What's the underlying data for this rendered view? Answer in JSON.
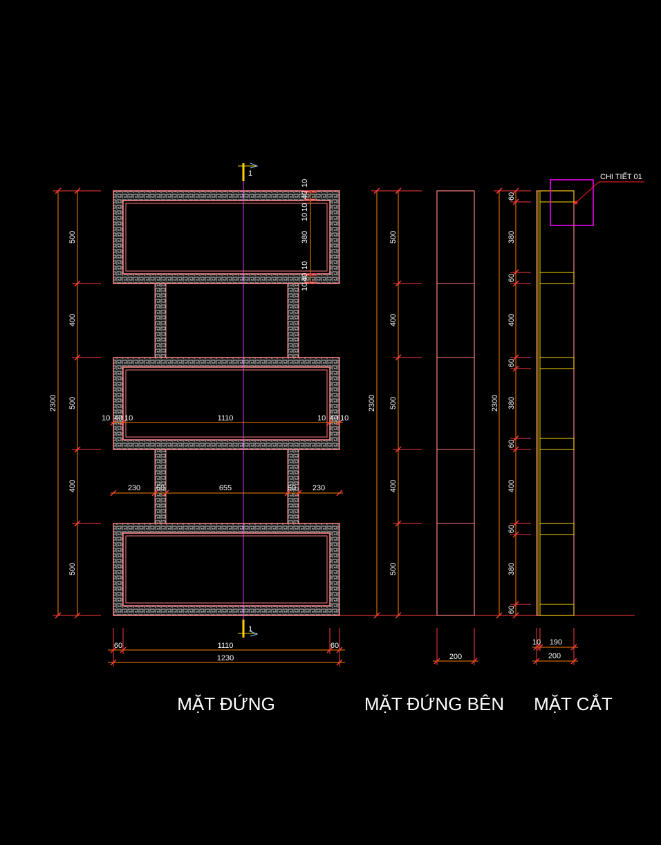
{
  "titles": {
    "front": "MẶT ĐỨNG",
    "side": "MẶT ĐỨNG BÊN",
    "section": "MẶT CẮT"
  },
  "callout": {
    "label": "CHI TIẾT 01"
  },
  "section_marker": {
    "label": "1"
  },
  "front": {
    "left_dims": [
      "500",
      "400",
      "500",
      "400",
      "500"
    ],
    "total_height": "2300",
    "frame_detail_dims": [
      "10",
      "40",
      "10",
      "10",
      "380",
      "10",
      "40",
      "10"
    ],
    "inner_width_row": [
      "10",
      "40",
      "10",
      "1110",
      "10",
      "40",
      "10"
    ],
    "gap_row": [
      "230",
      "60",
      "655",
      "60",
      "230"
    ],
    "bottom_row": [
      "60",
      "1110",
      "60"
    ],
    "overall_width": "1230"
  },
  "side": {
    "dims": [
      "500",
      "400",
      "500",
      "400",
      "500"
    ],
    "total_height": "2300",
    "width": "200"
  },
  "section": {
    "dims": [
      "60",
      "380",
      "60",
      "400",
      "60",
      "380",
      "60",
      "400",
      "60",
      "380",
      "60"
    ],
    "total_height": "2300",
    "bottom_small": [
      "10",
      "190"
    ],
    "width": "200"
  },
  "colors": {
    "background": "#000000",
    "frame": "#ff8080",
    "dimension_line": "#ff7f00",
    "extension_line": "#ff3b3b",
    "center_line": "#e040ff",
    "callout_box": "#ff00ff",
    "marker": "#ffd000",
    "section_cut": "#ffd700",
    "text": "#ffffff"
  }
}
